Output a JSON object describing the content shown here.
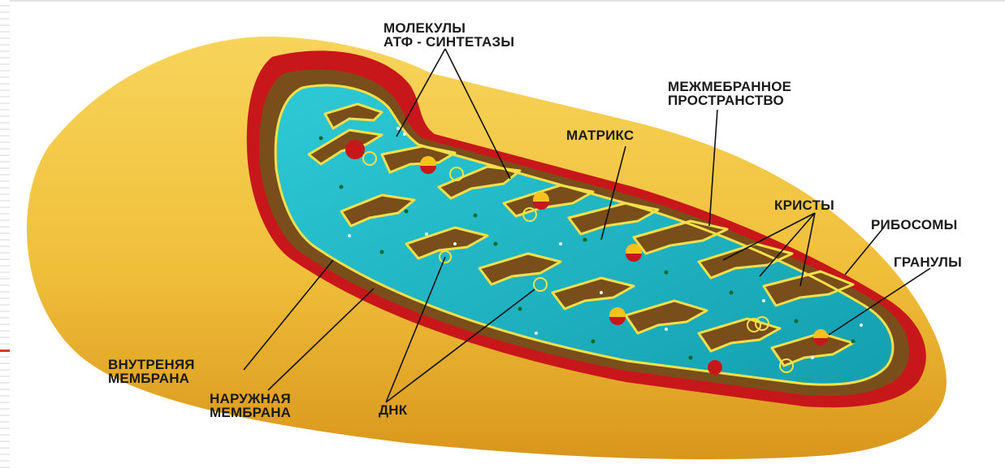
{
  "labels": {
    "atp_synthase": [
      "МОЛЕКУЛЫ",
      "АТФ - СИНТЕТАЗЫ"
    ],
    "intermembrane_space": [
      "МЕЖМЕБРАННОЕ",
      "ПРОСТРАНСТВО"
    ],
    "matrix": "МАТРИКС",
    "cristae": "КРИСТЫ",
    "ribosomes": "РИБОСОМЫ",
    "granules": "ГРАНУЛЫ",
    "inner_membrane": [
      "ВНУТРЕНЯЯ",
      "МЕМБРАНА"
    ],
    "outer_membrane": [
      "НАРУЖНАЯ",
      "МЕМБРАНА"
    ],
    "dna": "ДНК"
  },
  "colors": {
    "outer_shell": "#f2c640",
    "outer_shell_shadow": "#d99a1c",
    "cut_surface": "#c8171b",
    "intermembrane": "#7a4e1a",
    "matrix": "#22b6c4",
    "inner_membrane_edge": "#f4e04a",
    "granule": "#f5c21e",
    "leader_line": "#111111"
  }
}
